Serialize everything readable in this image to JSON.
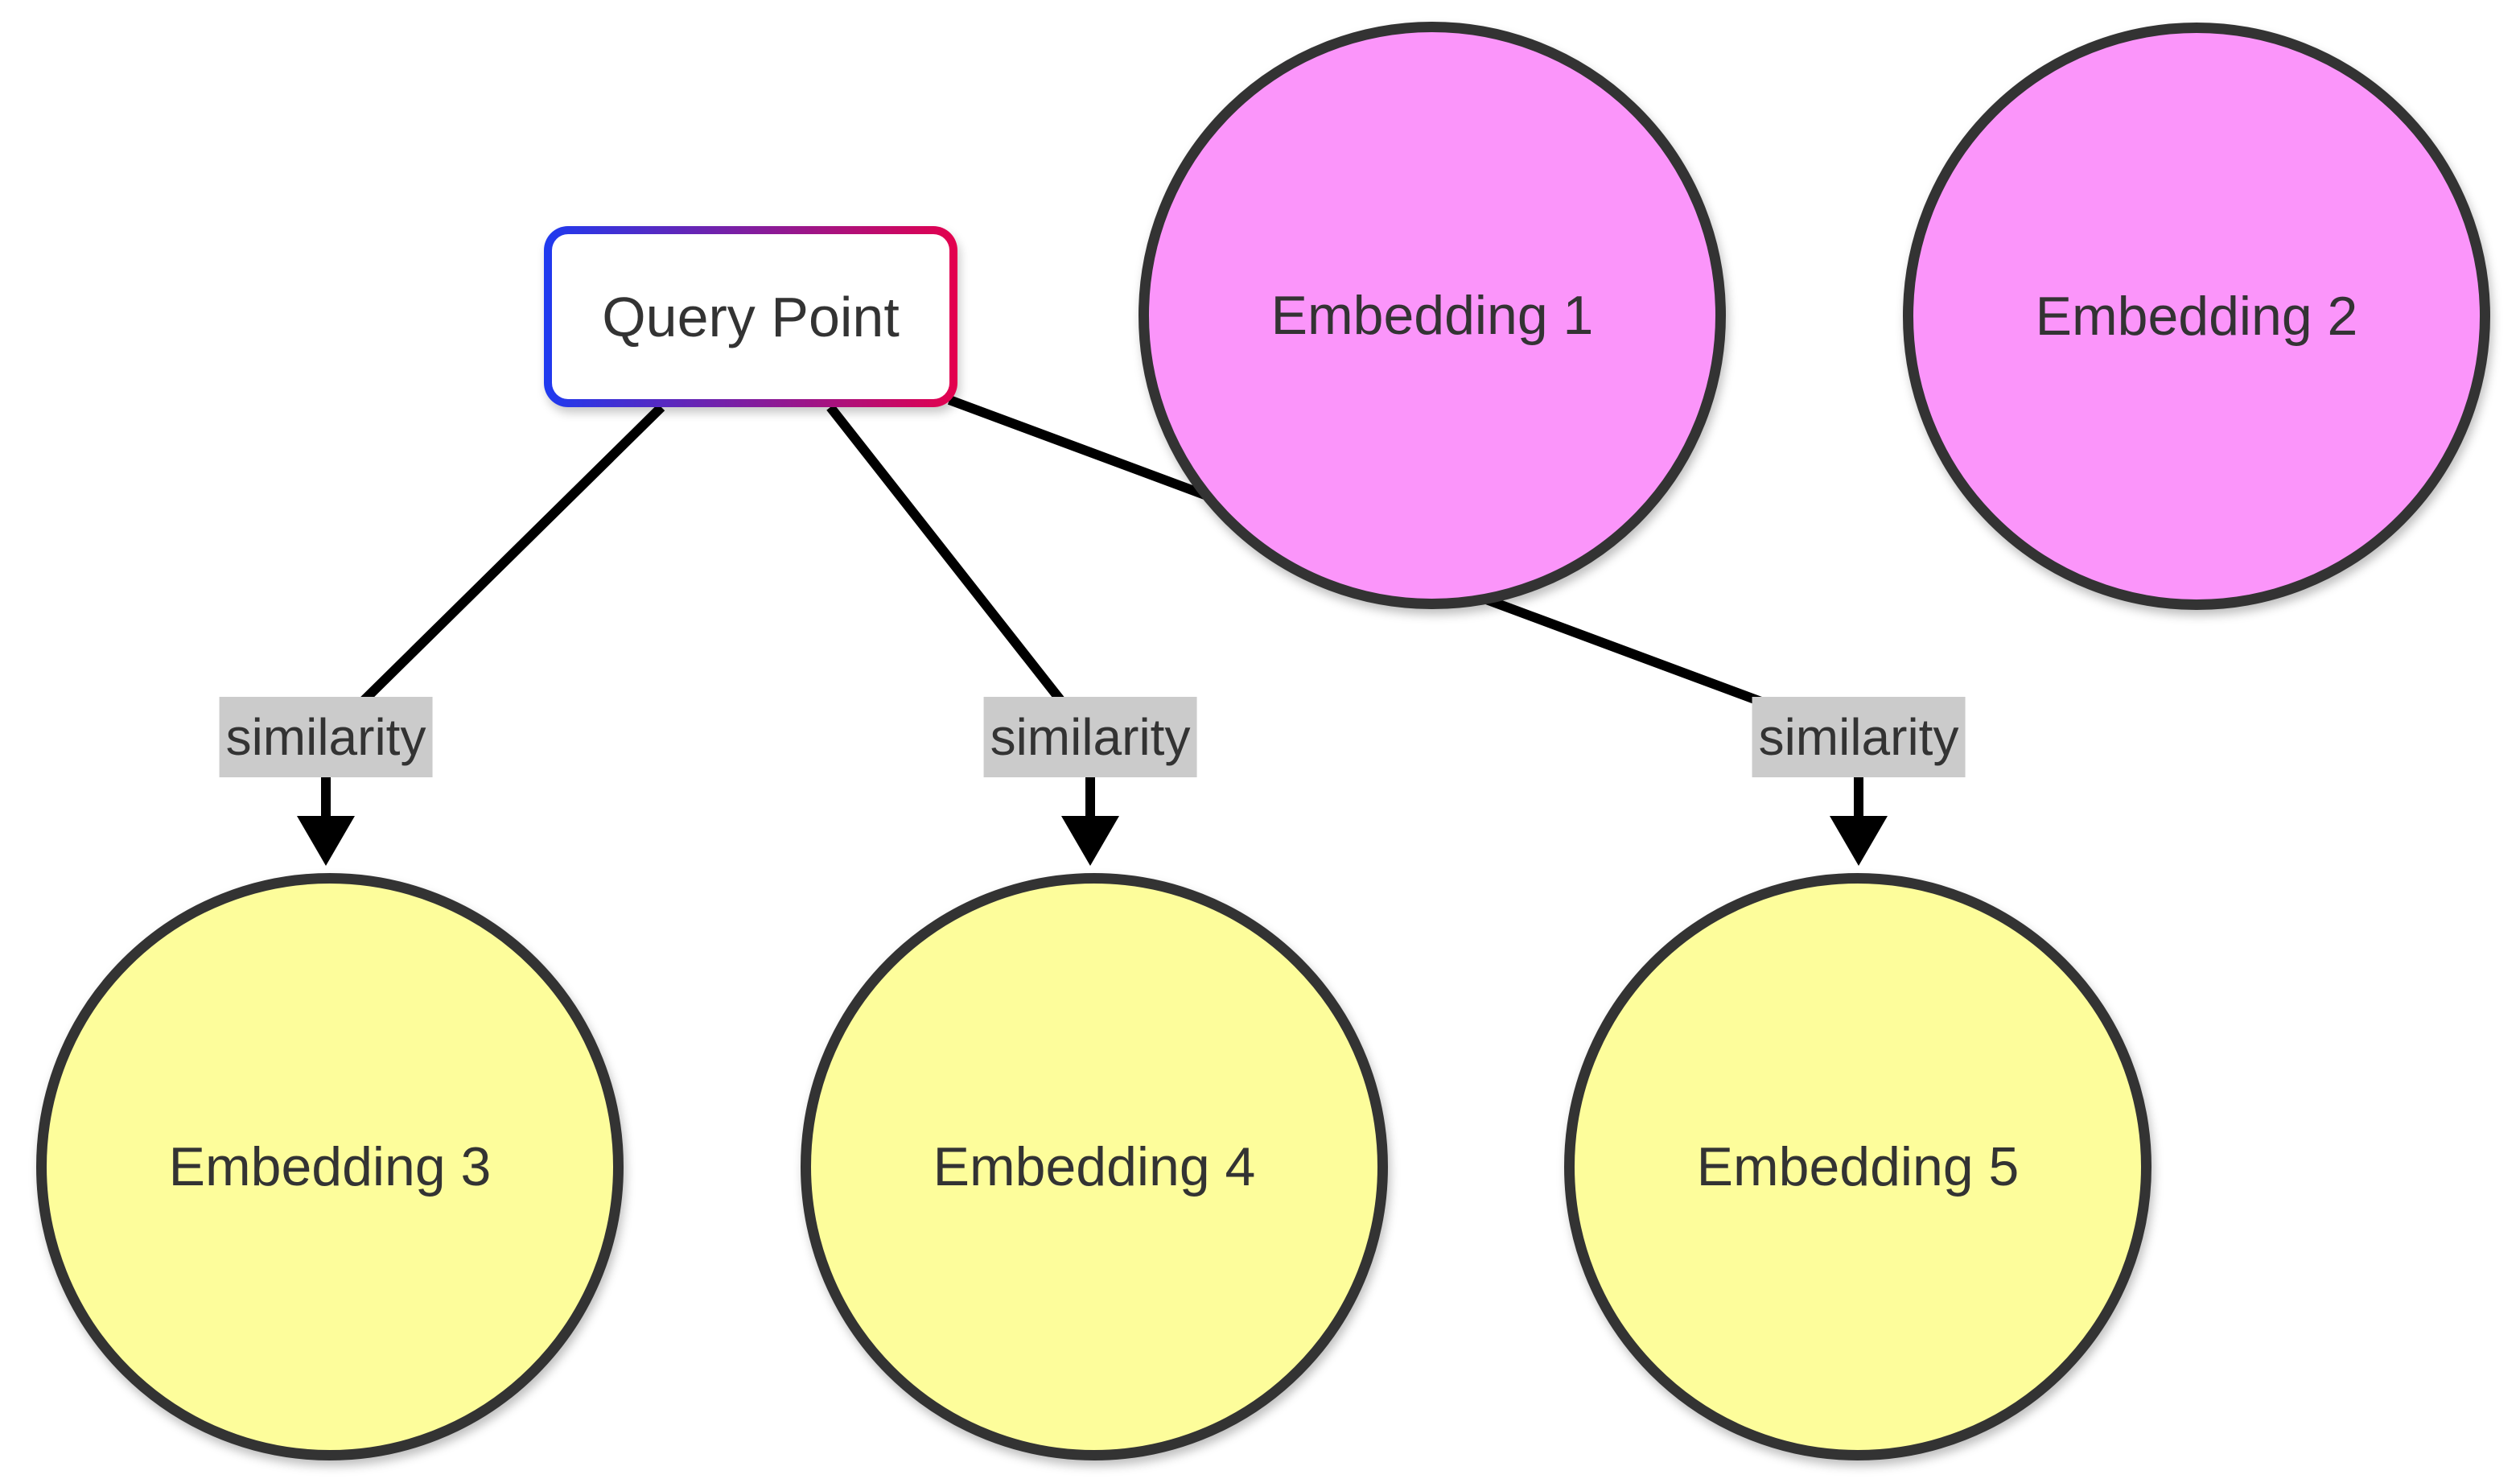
{
  "diagram": {
    "type": "flowchart",
    "direction": "top-down"
  },
  "colors": {
    "background": "#ffffff",
    "node_stroke": "#333333",
    "node_text": "#333333",
    "embedding_pink": "#fb95fa",
    "embedding_yellow": "#fdfd9b",
    "edge_line": "#000000",
    "edge_label_bg": "#cbcbcb",
    "edge_label_text": "#333333",
    "query_border_from": "#1e3af0",
    "query_border_to": "#e4004d",
    "query_fill": "#ffffff"
  },
  "nodes": {
    "query_point": {
      "label": "Query Point",
      "shape": "rounded-rectangle"
    },
    "embedding1": {
      "label": "Embedding 1",
      "shape": "circle",
      "fill": "pink"
    },
    "embedding2": {
      "label": "Embedding 2",
      "shape": "circle",
      "fill": "pink"
    },
    "embedding3": {
      "label": "Embedding 3",
      "shape": "circle",
      "fill": "yellow"
    },
    "embedding4": {
      "label": "Embedding 4",
      "shape": "circle",
      "fill": "yellow"
    },
    "embedding5": {
      "label": "Embedding 5",
      "shape": "circle",
      "fill": "yellow"
    }
  },
  "edges": [
    {
      "from": "Query Point",
      "to": "Embedding 3",
      "label": "similarity",
      "arrow": "down-triangle"
    },
    {
      "from": "Query Point",
      "to": "Embedding 4",
      "label": "similarity",
      "arrow": "down-triangle"
    },
    {
      "from": "Query Point",
      "to": "Embedding 5",
      "label": "similarity",
      "arrow": "down-triangle"
    }
  ]
}
